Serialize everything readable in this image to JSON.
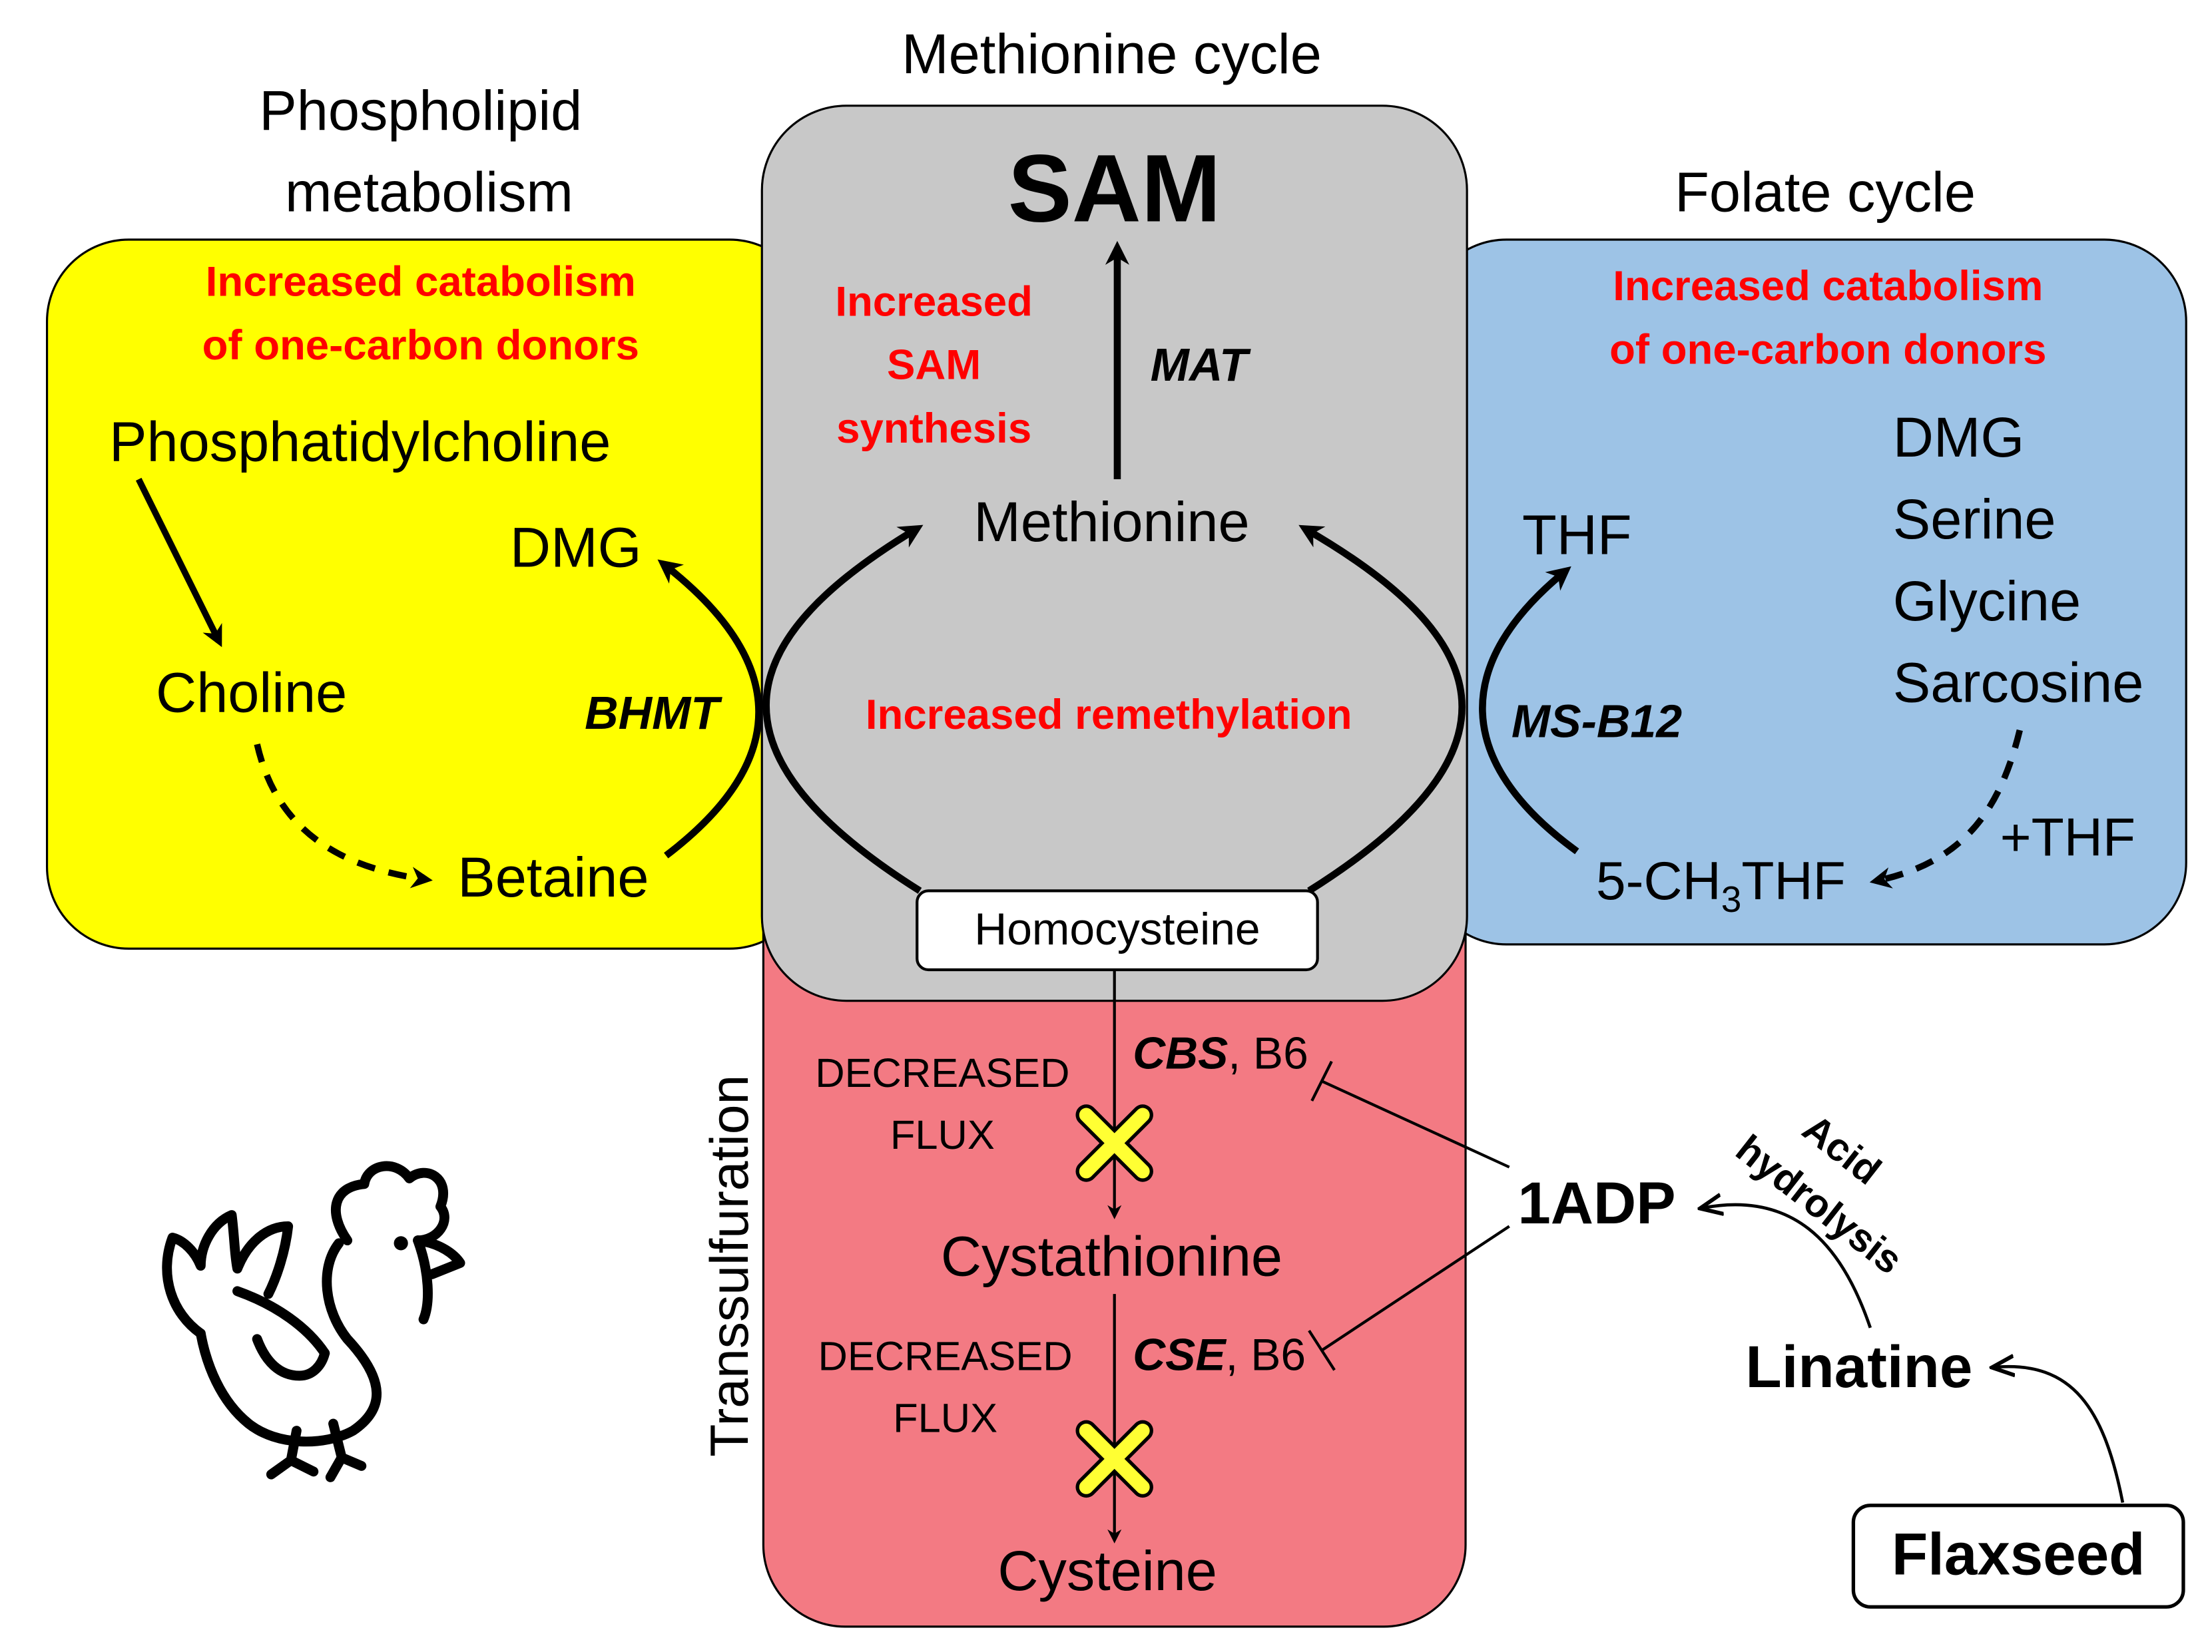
{
  "sections": {
    "phospholipid_title_line1": "Phospholipid",
    "phospholipid_title_line2": "metabolism",
    "methionine_title": "Methionine cycle",
    "folate_title": "Folate cycle",
    "transsulfuration_title": "Transsulfuration"
  },
  "phospholipid": {
    "note_line1": "Increased catabolism",
    "note_line2": "of one-carbon donors",
    "phosphatidylcholine": "Phosphatidylcholine",
    "choline": "Choline",
    "betaine": "Betaine",
    "dmg": "DMG",
    "bhmt": "BHMT"
  },
  "methionine_cycle": {
    "sam": "SAM",
    "mat": "MAT",
    "synthesis_line1": "Increased",
    "synthesis_line2": "SAM",
    "synthesis_line3": "synthesis",
    "methionine": "Methionine",
    "remethylation": "Increased remethylation",
    "homocysteine": "Homocysteine"
  },
  "folate_cycle": {
    "note_line1": "Increased catabolism",
    "note_line2": "of one-carbon donors",
    "thf": "THF",
    "dmg": "DMG",
    "serine": "Serine",
    "glycine": "Glycine",
    "sarcosine": "Sarcosine",
    "ms_b12": "MS-B12",
    "methyl_thf_prefix": "5-CH",
    "methyl_thf_sub": "3",
    "methyl_thf_suffix": "THF",
    "plus_thf": "+THF"
  },
  "transsulfuration": {
    "decreased_1": "DECREASED",
    "flux_1": "FLUX",
    "cbs": "CBS",
    "b6_1": ", B6",
    "cystathionine": "Cystathionine",
    "decreased_2": "DECREASED",
    "flux_2": "FLUX",
    "cse": "CSE",
    "b6_2": ", B6",
    "cysteine": "Cysteine"
  },
  "inhibitor": {
    "one_adp": "1ADP",
    "acid": "Acid",
    "hydrolysis": "hydrolysis",
    "linatine": "Linatine",
    "flaxseed": "Flaxseed"
  },
  "colors": {
    "phospholipid_fill": "#ffff00",
    "methionine_fill": "#c8c8c8",
    "folate_fill": "#9dc3e6",
    "transsulfuration_fill": "#f37a83",
    "highlight_red": "#ff0000",
    "block_marker": "#ffff33"
  },
  "icons": {
    "chicken": "chicken-icon",
    "block": "x-mark-icon"
  }
}
